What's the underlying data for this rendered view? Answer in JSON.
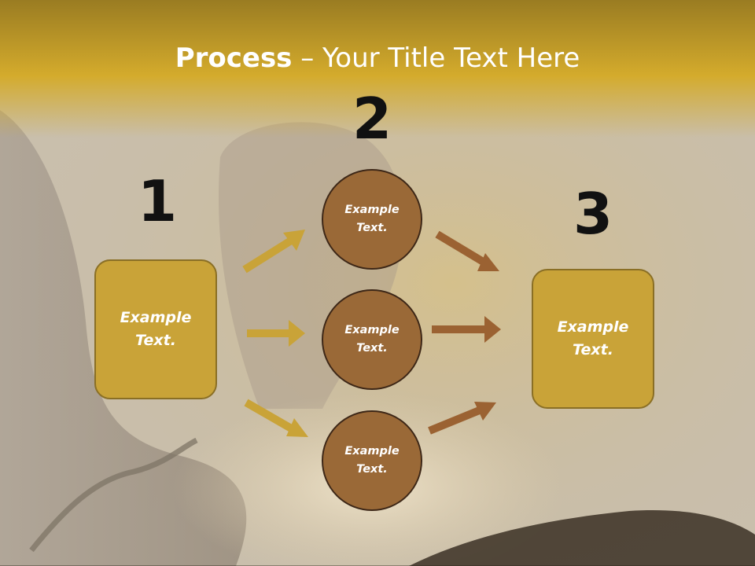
{
  "slide": {
    "title_bold": "Process",
    "title_rest": " – Your Title Text Here"
  },
  "steps": {
    "step1": {
      "number": "1",
      "text": "Example\nText."
    },
    "step2": {
      "number": "2",
      "circles": [
        {
          "text": "Example\nText."
        },
        {
          "text": "Example\nText."
        },
        {
          "text": "Example\nText."
        }
      ]
    },
    "step3": {
      "number": "3",
      "text": "Example\nText."
    }
  },
  "colors": {
    "header_gold": "#d4ab2c",
    "box_gold": "#c9a338",
    "circle_brown": "#9a6937",
    "arrow_gold": "#c9a338",
    "arrow_brown": "#9b6232"
  }
}
